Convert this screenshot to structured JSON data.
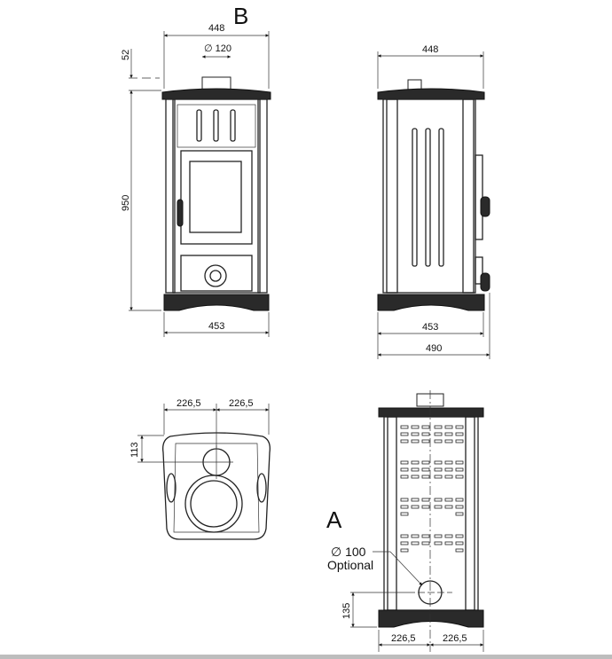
{
  "views": {
    "front": {
      "label": "B",
      "width_top": "448",
      "flue_diameter": "∅ 120",
      "flue_height": "52",
      "height": "950",
      "width_base": "453"
    },
    "side": {
      "width_top": "448",
      "width_base": "453",
      "depth_overall": "490"
    },
    "top": {
      "half_left": "226,5",
      "half_right": "226,5",
      "flue_offset": "113"
    },
    "back": {
      "label": "A",
      "opt_diameter": "∅ 100",
      "opt_note": "Optional",
      "hole_height": "135",
      "half_left": "226,5",
      "half_right": "226,5"
    }
  }
}
